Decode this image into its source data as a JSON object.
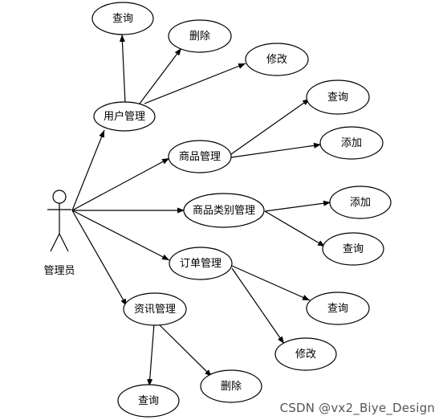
{
  "actor": {
    "label": "管理员"
  },
  "nodes": {
    "user_mgmt": "用户管理",
    "user_query": "查询",
    "user_delete": "删除",
    "user_modify": "修改",
    "goods_mgmt": "商品管理",
    "goods_query": "查询",
    "goods_add": "添加",
    "category_mgmt": "商品类别管理",
    "category_add": "添加",
    "category_query": "查询",
    "order_mgmt": "订单管理",
    "order_query": "查询",
    "order_modify": "修改",
    "news_mgmt": "资讯管理",
    "news_query": "查询",
    "news_delete": "删除"
  },
  "watermark": "CSDN @vx2_Biye_Design"
}
